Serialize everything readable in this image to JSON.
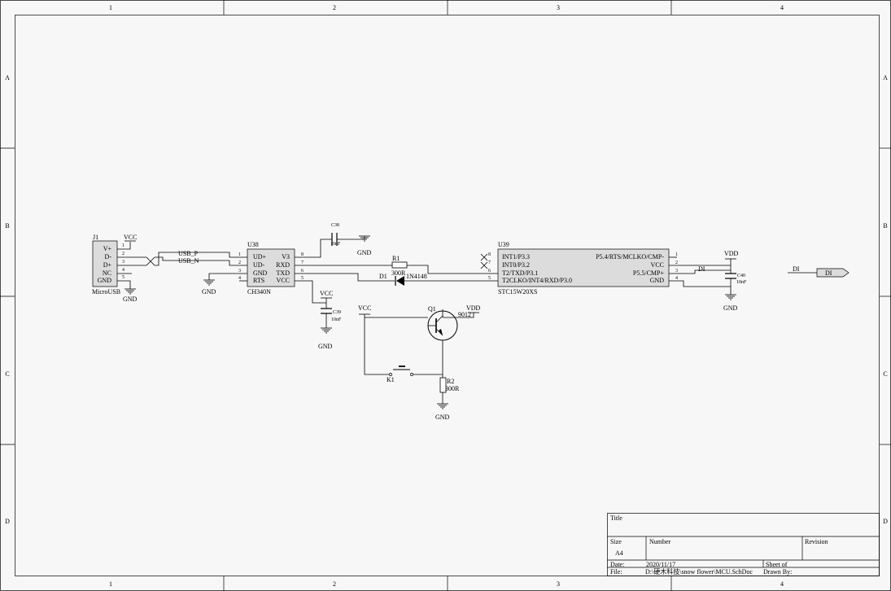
{
  "frame": {
    "columns": [
      "1",
      "2",
      "3",
      "4"
    ],
    "rows": [
      "A",
      "B",
      "C",
      "D"
    ]
  },
  "components": {
    "J1": {
      "ref": "J1",
      "name": "MicroUSB",
      "pins": [
        {
          "num": "1",
          "label": "V+"
        },
        {
          "num": "2",
          "label": "D-"
        },
        {
          "num": "3",
          "label": "D+"
        },
        {
          "num": "4",
          "label": "NC"
        },
        {
          "num": "5",
          "label": "GND"
        }
      ]
    },
    "U38": {
      "ref": "U38",
      "name": "CH340N",
      "left_pins": [
        {
          "num": "1",
          "label": "UD+"
        },
        {
          "num": "2",
          "label": "UD-"
        },
        {
          "num": "3",
          "label": "GND"
        },
        {
          "num": "4",
          "label": "RTS"
        }
      ],
      "right_pins": [
        {
          "num": "8",
          "label": "V3"
        },
        {
          "num": "7",
          "label": "RXD"
        },
        {
          "num": "6",
          "label": "TXD"
        },
        {
          "num": "5",
          "label": "VCC"
        }
      ]
    },
    "U39": {
      "ref": "U39",
      "name": "STC15W20XS",
      "left_pins": [
        {
          "num": "8",
          "label": "INT1/P3.3"
        },
        {
          "num": "7",
          "label": "INT0/P3.2"
        },
        {
          "num": "6",
          "label": "T2/TXD/P3.1"
        },
        {
          "num": "5",
          "label": "T2CLKO/INT4/RXD/P3.0"
        }
      ],
      "right_pins": [
        {
          "num": "1",
          "label": "P5.4/RTS/MCLKO/CMP-"
        },
        {
          "num": "2",
          "label": "VCC"
        },
        {
          "num": "3",
          "label": "P5.5/CMP+"
        },
        {
          "num": "4",
          "label": "GND"
        }
      ]
    },
    "C38": {
      "ref": "C38",
      "value": "10nF"
    },
    "C39": {
      "ref": "C39",
      "value": "10nF"
    },
    "C40": {
      "ref": "C40",
      "value": "10nF"
    },
    "R1": {
      "ref": "R1",
      "value": "300R"
    },
    "R2": {
      "ref": "R2",
      "value": "300R"
    },
    "D1": {
      "ref": "D1",
      "value": "1N4148"
    },
    "Q1": {
      "ref": "Q1",
      "value": "9012"
    },
    "K1": {
      "ref": "K1"
    }
  },
  "nets": {
    "vcc": "VCC",
    "vdd": "VDD",
    "gnd": "GND",
    "usb_p": "USB_P",
    "usb_n": "USB_N",
    "di": "DI"
  },
  "title_block": {
    "title_label": "Title",
    "size_label": "Size",
    "size_value": "A4",
    "number_label": "Number",
    "revision_label": "Revision",
    "date_label": "Date:",
    "date_value": "2020/11/17",
    "file_label": "File:",
    "file_value": "D:\\硬木科技\\snow flower\\MCU.SchDoc",
    "sheet_label": "Sheet   of",
    "drawn_label": "Drawn By:"
  }
}
